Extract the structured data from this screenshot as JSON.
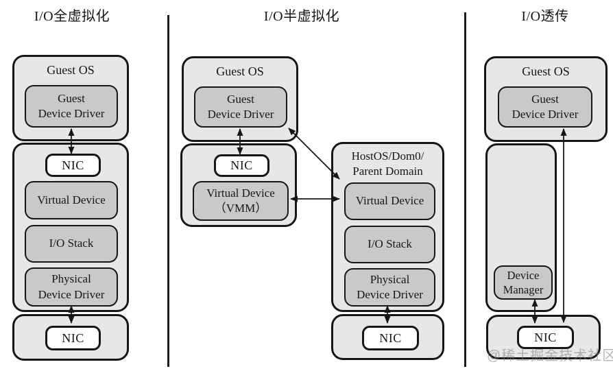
{
  "titles": {
    "left": "I/O全虚拟化",
    "middle": "I/O半虚拟化",
    "right": "I/O透传"
  },
  "left_column": {
    "guest_os_label": "Guest OS",
    "guest_device_driver": "Guest\nDevice Driver",
    "nic_guest": "NIC",
    "virtual_device": "Virtual Device",
    "io_stack": "I/O Stack",
    "physical_device_driver": "Physical\nDevice Driver",
    "nic_bottom": "NIC"
  },
  "middle_column": {
    "guest_os_label": "Guest OS",
    "guest_device_driver": "Guest\nDevice Driver",
    "nic_guest": "NIC",
    "virtual_device_vmm": "Virtual Device\n（VMM）",
    "host_label": "HostOS/Dom0/\nParent Domain",
    "virtual_device": "Virtual Device",
    "io_stack": "I/O Stack",
    "physical_device_driver": "Physical\nDevice Driver",
    "nic_bottom": "NIC"
  },
  "right_column": {
    "guest_os_label": "Guest OS",
    "guest_device_driver": "Guest\nDevice Driver",
    "device_manager": "Device\nManager",
    "nic_bottom": "NIC"
  },
  "watermark": "@稀土掘金技术社区",
  "colors": {
    "container_fill": "#e7e7e5",
    "inner_box_fill": "#c9c9c7",
    "nic_fill": "#ffffff",
    "line": "#161616"
  }
}
